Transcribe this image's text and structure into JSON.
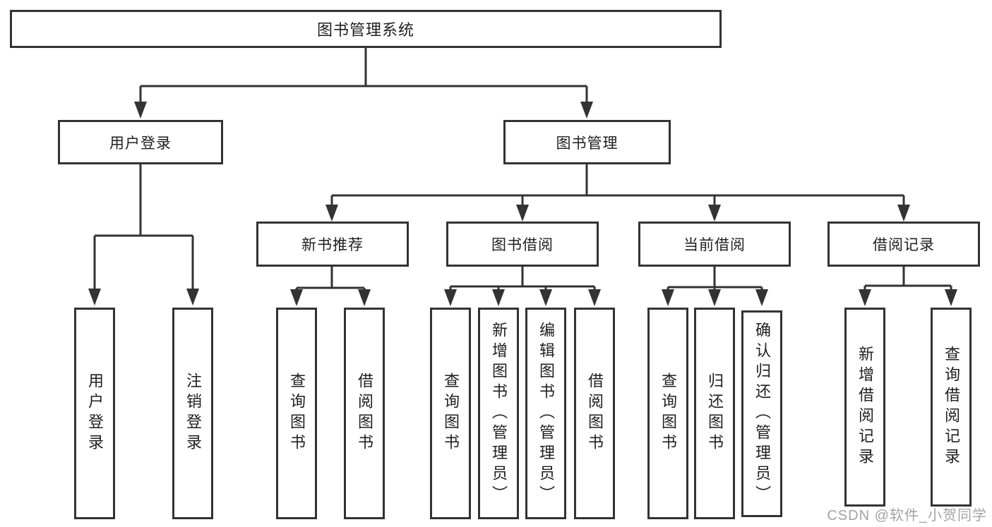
{
  "diagram": {
    "nodes": {
      "root": "图书管理系统",
      "user_login": "用户登录",
      "book_mgmt": "图书管理",
      "new_book": "新书推荐",
      "book_borrow": "图书借阅",
      "current_borrow": "当前借阅",
      "borrow_record": "借阅记录",
      "leaf_user_login": "用户登录",
      "leaf_logout": "注销登录",
      "leaf_nb_query": "查询图书",
      "leaf_nb_borrow": "借阅图书",
      "leaf_bw_query": "查询图书",
      "leaf_bw_add": "新增图书（管理员）",
      "leaf_bw_edit": "编辑图书（管理员）",
      "leaf_bw_borrow": "借阅图书",
      "leaf_cur_query": "查询图书",
      "leaf_cur_return": "归还图书",
      "leaf_cur_confirm": "确认归还（管理员）",
      "leaf_rec_add": "新增借阅记录",
      "leaf_rec_query": "查询借阅记录"
    },
    "colors": {
      "line": "#333333",
      "box_border": "#333333",
      "text": "#1f1f1f",
      "watermark": "#a3a3a8",
      "background": "#ffffff"
    }
  },
  "watermark": {
    "text": "CSDN @软件_小贺同学"
  }
}
